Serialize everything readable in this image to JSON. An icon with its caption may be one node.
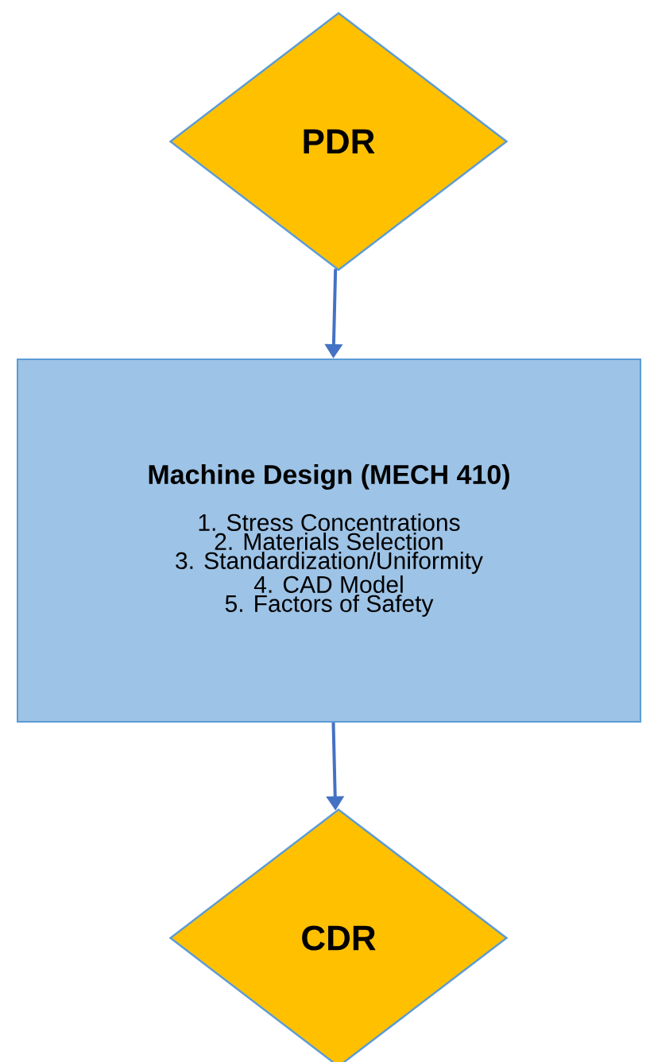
{
  "diagram": {
    "nodes": [
      {
        "text": [
          "PDR"
        ]
      },
      {
        "text": [
          "Machine Design (MECH 410)",
          "1. Stress Concentrations",
          "2. Materials Selection",
          "3. Standardization/Uniformity",
          "4. CAD Model",
          "5. Factors of Safety"
        ]
      },
      {
        "text": [
          "CDR"
        ]
      }
    ],
    "edges": [
      {
        "from": 0,
        "to": 1,
        "arrow": "to"
      },
      {
        "from": 1,
        "to": 2,
        "arrow": "to"
      }
    ]
  }
}
